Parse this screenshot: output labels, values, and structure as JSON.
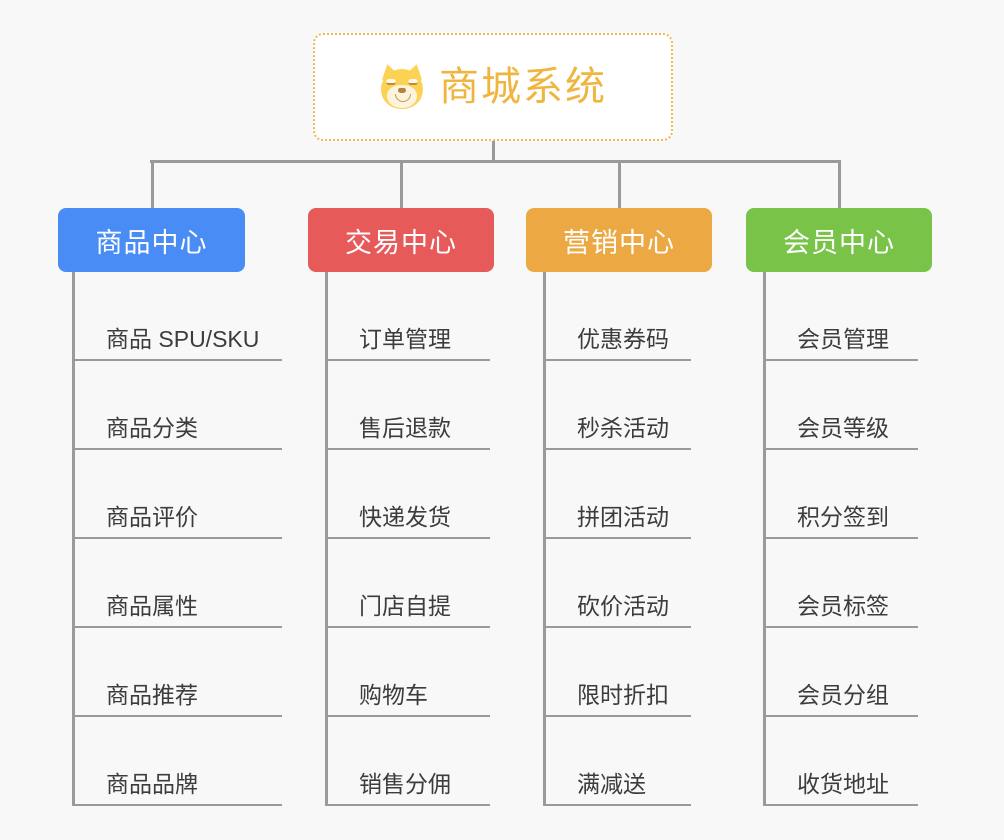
{
  "diagram": {
    "type": "tree-mindmap",
    "background_color": "#f8f8f8",
    "root": {
      "title": "商城系统",
      "icon": "dog-face-emoji",
      "text_color": "#efb53f",
      "border_color": "#efb954",
      "border_style": "dotted"
    },
    "categories": [
      {
        "label": "商品中心",
        "color": "#4a8cf5",
        "items": [
          "商品 SPU/SKU",
          "商品分类",
          "商品评价",
          "商品属性",
          "商品推荐",
          "商品品牌"
        ]
      },
      {
        "label": "交易中心",
        "color": "#e65a5a",
        "items": [
          "订单管理",
          "售后退款",
          "快递发货",
          "门店自提",
          "购物车",
          "销售分佣"
        ]
      },
      {
        "label": "营销中心",
        "color": "#eca943",
        "items": [
          "优惠券码",
          "秒杀活动",
          "拼团活动",
          "砍价活动",
          "限时折扣",
          "满减送"
        ]
      },
      {
        "label": "会员中心",
        "color": "#78c348",
        "items": [
          "会员管理",
          "会员等级",
          "积分签到",
          "会员标签",
          "会员分组",
          "收货地址"
        ]
      }
    ]
  }
}
